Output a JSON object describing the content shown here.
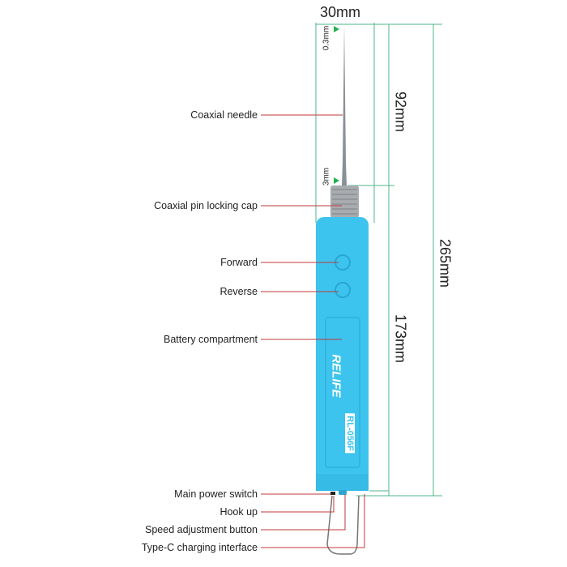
{
  "dimensions": {
    "width": "30mm",
    "needle_length": "92mm",
    "body_length": "173mm",
    "total_length": "265mm",
    "tip_diameter": "0.3mm",
    "base_diameter": "3mm"
  },
  "labels": [
    {
      "text": "Coaxial needle"
    },
    {
      "text": "Coaxial pin locking cap"
    },
    {
      "text": "Forward"
    },
    {
      "text": "Reverse"
    },
    {
      "text": "Battery compartment"
    },
    {
      "text": "Main power switch"
    },
    {
      "text": "Hook up"
    },
    {
      "text": "Speed adjustment button"
    },
    {
      "text": "Type-C charging interface"
    }
  ],
  "product": {
    "brand": "RELIFE",
    "model": "RL-056F"
  },
  "colors": {
    "body": "#3cc4ee",
    "dimension_line": "#4fb58a",
    "leader_line": "#c0393b",
    "arrow": "#22b14c"
  }
}
